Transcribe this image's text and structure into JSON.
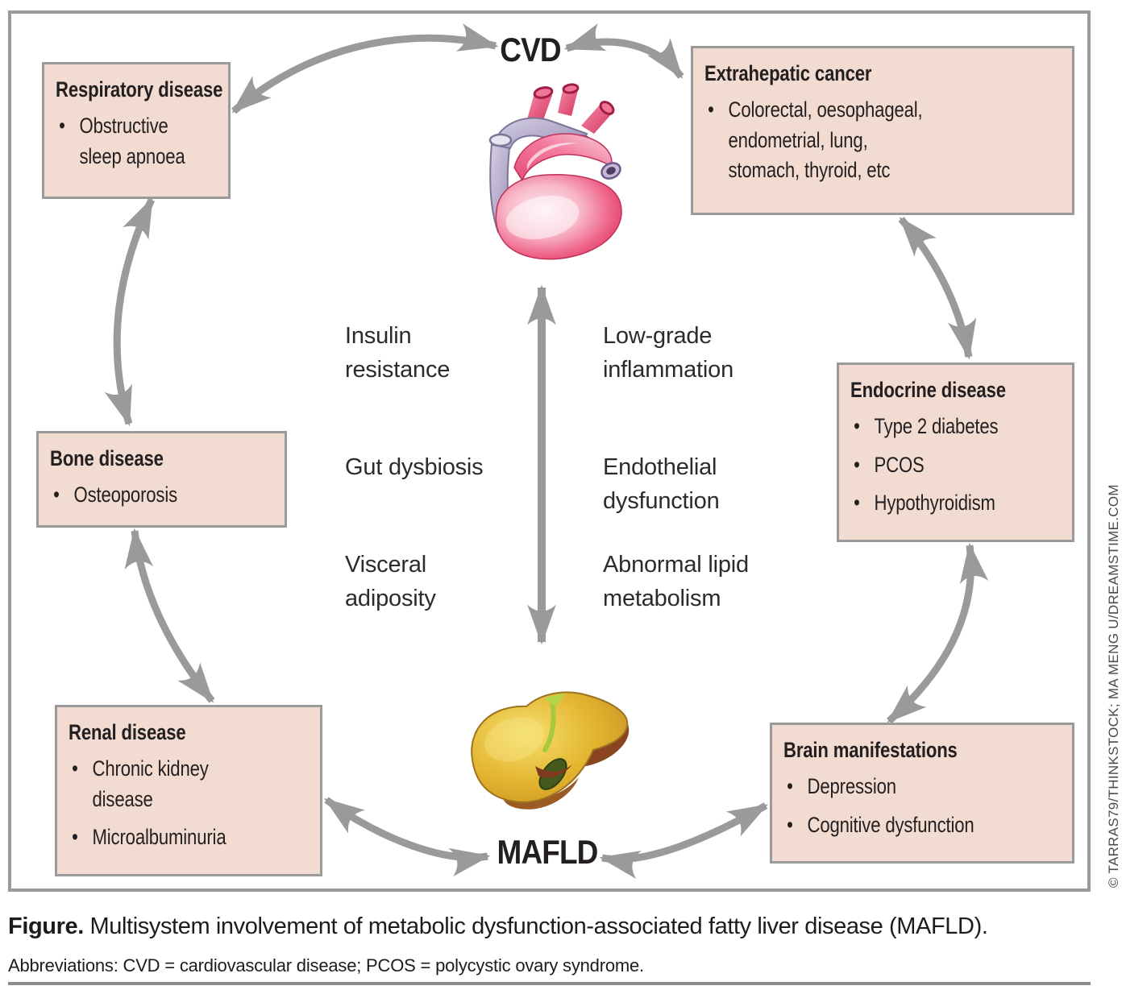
{
  "hubs": {
    "top": "CVD",
    "bottom": "MAFLD"
  },
  "mediators": {
    "left": [
      "Insulin\nresistance",
      "Gut dysbiosis",
      "Visceral\nadiposity"
    ],
    "right": [
      "Low-grade\ninflammation",
      "Endothelial\ndysfunction",
      "Abnormal lipid\nmetabolism"
    ]
  },
  "boxes": {
    "respiratory": {
      "title": "Respiratory disease",
      "bullets": [
        "Obstructive\nsleep apnoea"
      ]
    },
    "extrahepatic": {
      "title": "Extrahepatic cancer",
      "bullets": [
        "Colorectal, oesophageal,\nendometrial, lung,\nstomach, thyroid, etc"
      ]
    },
    "endocrine": {
      "title": "Endocrine disease",
      "bullets": [
        "Type 2 diabetes",
        "PCOS",
        "Hypothyroidism"
      ]
    },
    "brain": {
      "title": "Brain manifestations",
      "bullets": [
        "Depression",
        "Cognitive dysfunction"
      ]
    },
    "renal": {
      "title": "Renal disease",
      "bullets": [
        "Chronic kidney\ndisease",
        "Microalbuminuria"
      ]
    },
    "bone": {
      "title": "Bone disease",
      "bullets": [
        "Osteoporosis"
      ]
    }
  },
  "icons": [
    "heart-illustration",
    "liver-illustration"
  ],
  "credit": "© TARRAS79/THINKSTOCK; MA MENG U/DREAMSTIME.COM",
  "caption": {
    "label": "Figure.",
    "text": " Multisystem involvement of metabolic dysfunction-associated fatty liver disease (MAFLD)."
  },
  "abbreviations": "Abbreviations: CVD = cardiovascular disease; PCOS = polycystic ovary syndrome.",
  "colors": {
    "box_fill": "#f2dcd1",
    "box_border": "#9a9a9a",
    "arrow": "#9a9a9a",
    "text": "#231f20"
  }
}
